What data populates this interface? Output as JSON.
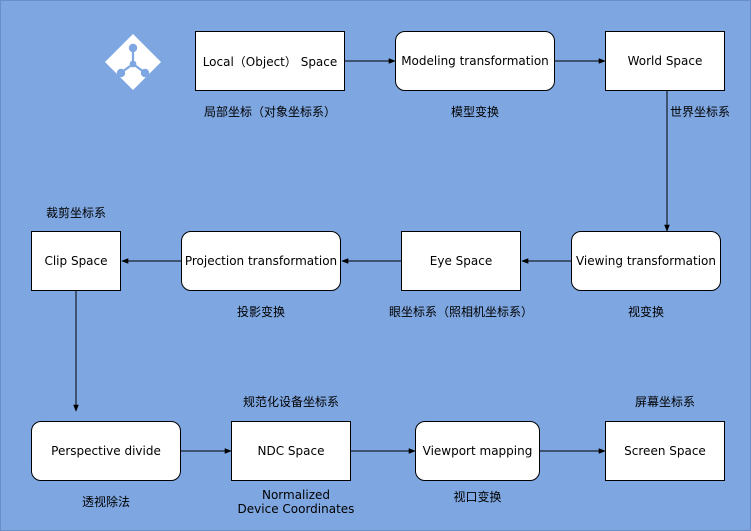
{
  "nodes": {
    "local_space": "Local（Object） Space",
    "modeling_transformation": "Modeling transformation",
    "world_space": "World Space",
    "viewing_transformation": "Viewing transformation",
    "eye_space": "Eye Space",
    "projection_transformation": "Projection transformation",
    "clip_space": "Clip Space",
    "perspective_divide": "Perspective divide",
    "ndc_space": "NDC Space",
    "viewport_mapping": "Viewport mapping",
    "screen_space": "Screen Space"
  },
  "captions": {
    "local_space": "局部坐标（对象坐标系）",
    "modeling_transformation": "模型变换",
    "world_space": "世界坐标系",
    "clip_space": "裁剪坐标系",
    "projection_transformation": "投影变换",
    "eye_space": "眼坐标系（照相机坐标系）",
    "viewing_transformation": "视变换",
    "ndc_space": "规范化设备坐标系",
    "screen_space": "屏幕坐标系",
    "perspective_divide": "透视除法",
    "ndc_space_en_line1": "Normalized",
    "ndc_space_en_line2": "Device Coordinates",
    "viewport_mapping": "视口变换"
  },
  "colors": {
    "background": "#7ea6e0",
    "node_fill": "#ffffff",
    "stroke": "#000000",
    "logo_fill": "#ffffff",
    "logo_detail": "#7ea6e0"
  },
  "icons": {
    "logo": "directory-sitemap-diamond-icon"
  }
}
